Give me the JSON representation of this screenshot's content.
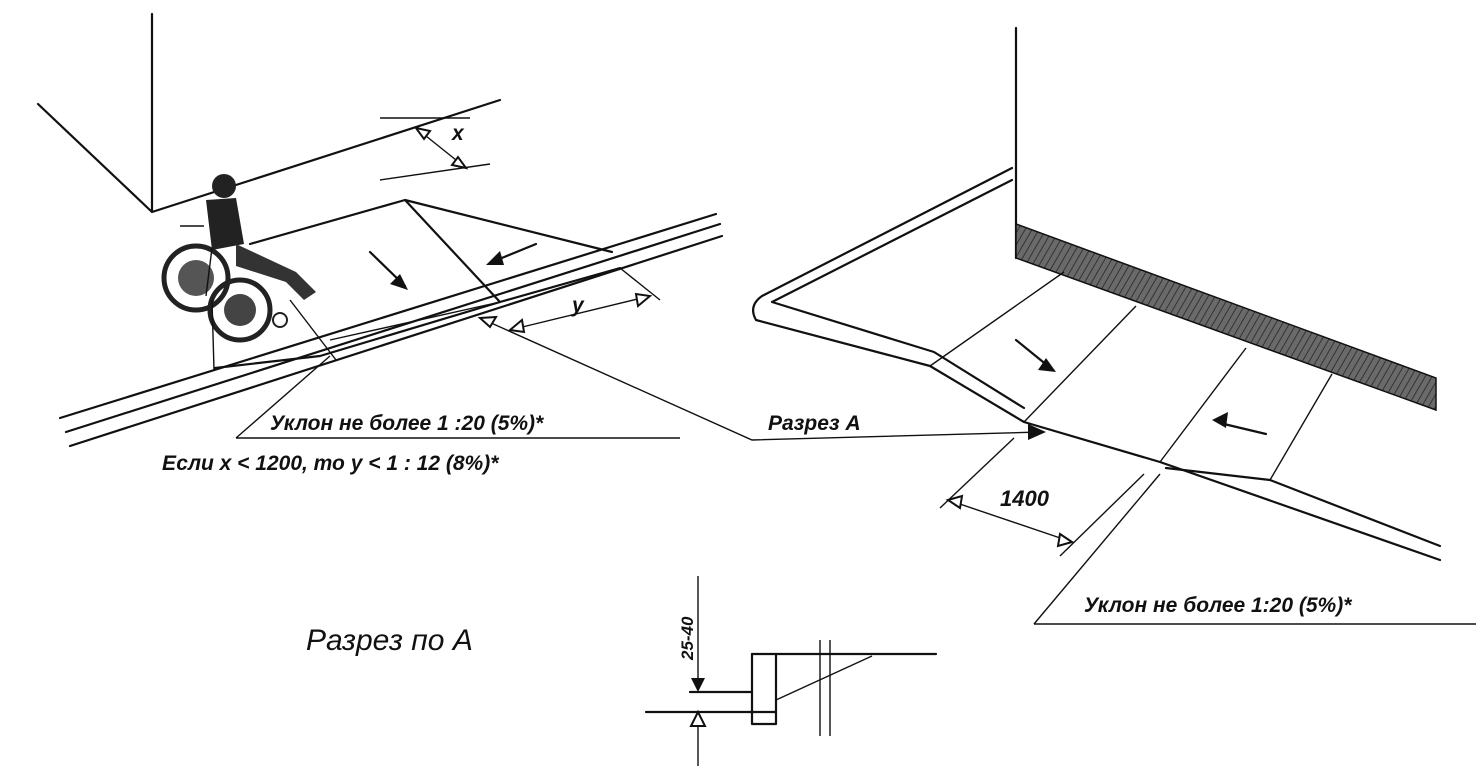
{
  "left": {
    "slope_label": "Уклон не более 1 :20 (5%)*",
    "condition_label": "Если x < 1200, то y < 1 : 12 (8%)*",
    "dim_x": "x",
    "dim_y": "y"
  },
  "center": {
    "section_label": "Разрез А"
  },
  "right": {
    "width_dim": "1400",
    "slope_label": "Уклон не более 1:20 (5%)*"
  },
  "bottom": {
    "section_title": "Разрез по А",
    "height_dim": "25-40"
  }
}
